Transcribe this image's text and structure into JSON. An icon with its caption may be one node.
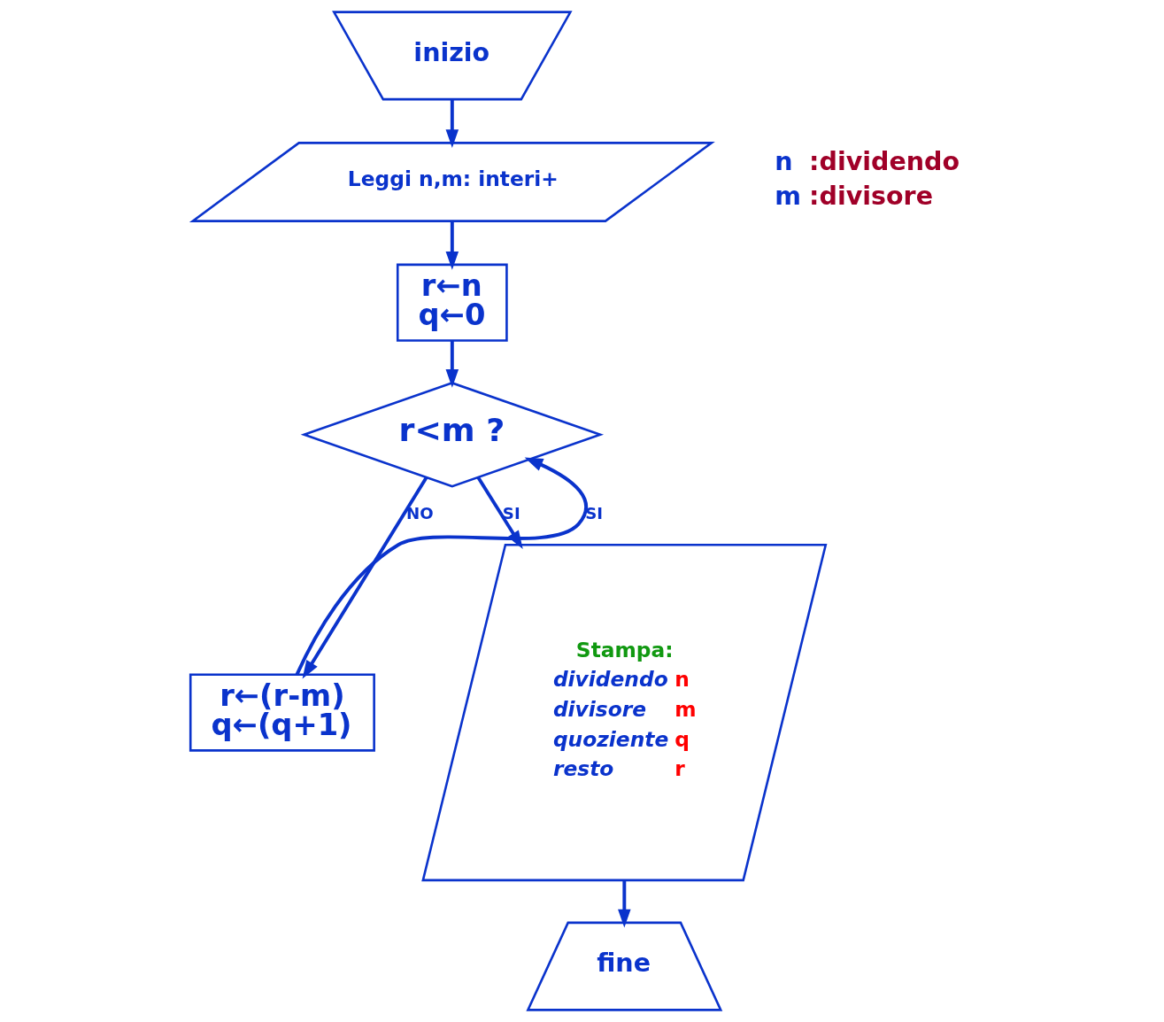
{
  "diagram": {
    "nodes": [
      {
        "text": [
          "inizio"
        ]
      },
      {
        "text": [
          "Leggi n,m: interi+"
        ]
      },
      {
        "text": [
          "r←n",
          "q←0"
        ]
      },
      {
        "text": [
          "r<m ?"
        ]
      },
      {
        "text": [
          "r←(r-m)",
          "q←(q+1)"
        ]
      },
      {
        "text": [
          "Stampa:",
          "dividendo",
          "n",
          "divisore",
          "m",
          "quoziente",
          "q",
          "resto",
          "r"
        ]
      },
      {
        "text": [
          "fine"
        ]
      }
    ],
    "edges": [
      {
        "from": 0,
        "to": 1,
        "arrow": "to"
      },
      {
        "from": 1,
        "to": 2,
        "arrow": "to"
      },
      {
        "from": 2,
        "to": 3,
        "arrow": "to"
      },
      {
        "from": 3,
        "to": 4,
        "label": "NO",
        "arrow": "to"
      },
      {
        "from": 3,
        "to": 5,
        "label": "SI",
        "arrow": "to"
      },
      {
        "from": 4,
        "to": 3,
        "label": "SI",
        "arrow": "to"
      },
      {
        "from": 5,
        "to": 6,
        "arrow": "to"
      }
    ],
    "labels": [
      "n",
      ":dividendo",
      "m",
      ":divisore"
    ]
  }
}
